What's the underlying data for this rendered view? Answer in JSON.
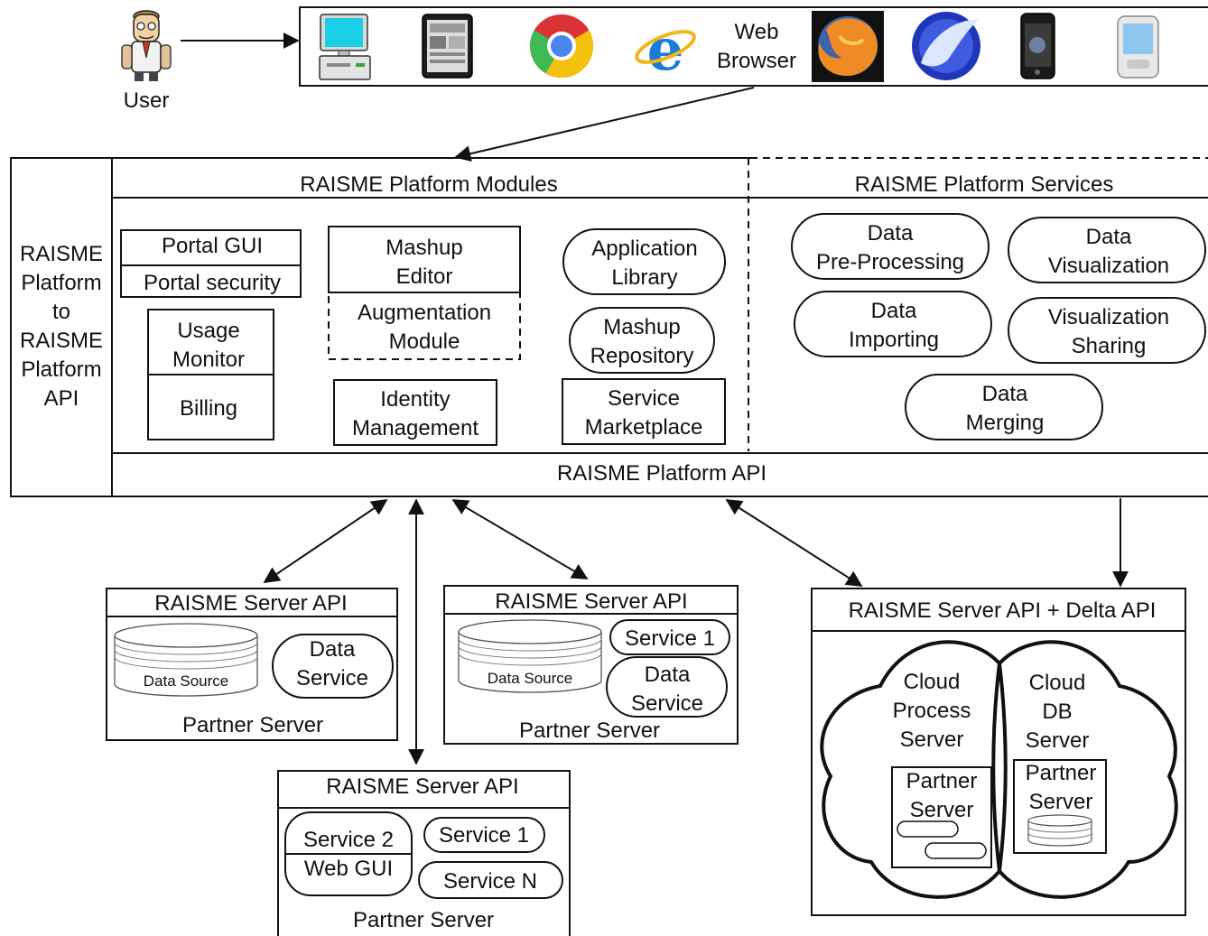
{
  "user": {
    "label": "User"
  },
  "browser": {
    "label_line1": "Web",
    "label_line2": "Browser"
  },
  "platform": {
    "side_label": [
      "RAISME",
      "Platform",
      "to",
      "RAISME",
      "Platform",
      "API"
    ],
    "modules_title": "RAISME Platform Modules",
    "services_title": "RAISME Platform Services",
    "api_label": "RAISME Platform API",
    "modules": {
      "portal_gui": "Portal GUI",
      "portal_security": "Portal security",
      "usage_monitor": [
        "Usage",
        "Monitor"
      ],
      "billing": "Billing",
      "mashup_editor": [
        "Mashup",
        "Editor"
      ],
      "augmentation_module": [
        "Augmentation",
        "Module"
      ],
      "identity_management": [
        "Identity",
        "Management"
      ],
      "application_library": [
        "Application",
        "Library"
      ],
      "mashup_repository": [
        "Mashup",
        "Repository"
      ],
      "service_marketplace": [
        "Service",
        "Marketplace"
      ]
    },
    "services": {
      "data_preprocessing": [
        "Data",
        "Pre-Processing"
      ],
      "data_visualization": [
        "Data",
        "Visualization"
      ],
      "data_importing": [
        "Data",
        "Importing"
      ],
      "visualization_sharing": [
        "Visualization",
        "Sharing"
      ],
      "data_merging": [
        "Data",
        "Merging"
      ]
    }
  },
  "partner1": {
    "api_title": "RAISME Server API",
    "data_source": "Data Source",
    "data_service": [
      "Data",
      "Service"
    ],
    "footer": "Partner Server"
  },
  "partner2": {
    "api_title": "RAISME Server API",
    "data_source": "Data Source",
    "service1": "Service 1",
    "data_service": [
      "Data",
      "Service"
    ],
    "footer": "Partner Server"
  },
  "partner3": {
    "api_title": "RAISME Server API",
    "service2": "Service 2",
    "web_gui": "Web GUI",
    "service1": "Service 1",
    "serviceN": "Service N",
    "footer": "Partner Server"
  },
  "cloud": {
    "api_title": "RAISME Server API + Delta API",
    "process_server": [
      "Cloud",
      "Process",
      "Server"
    ],
    "db_server": [
      "Cloud",
      "DB",
      "Server"
    ],
    "partner_left": [
      "Partner",
      "Server"
    ],
    "partner_right": [
      "Partner",
      "Server"
    ]
  }
}
